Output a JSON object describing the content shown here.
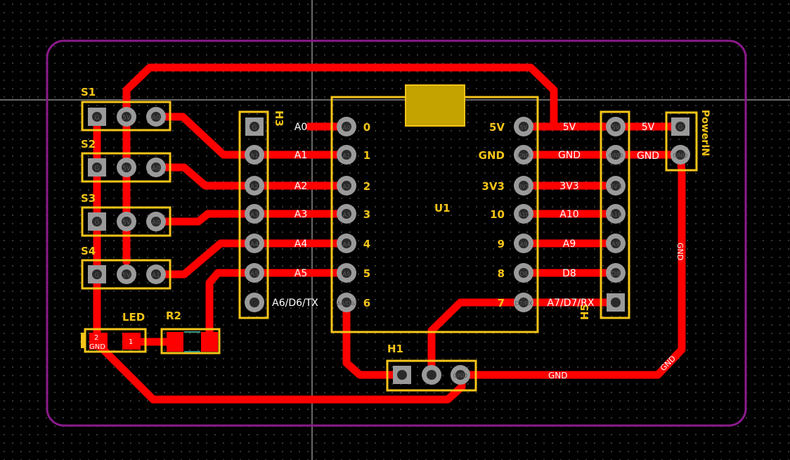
{
  "colors": {
    "trace": "#ff0000",
    "silkscreen": "#f5c518",
    "outline": "#8b1a8b",
    "pad": "#9a9a9a",
    "background": "#000000"
  },
  "components": {
    "S1": {
      "label": "S1",
      "pins": [
        "G",
        "5V",
        "A0"
      ]
    },
    "S2": {
      "label": "S2",
      "pins": [
        "G",
        "5V",
        "A0"
      ]
    },
    "S3": {
      "label": "S3",
      "pins": [
        "G",
        "5V",
        "A0"
      ]
    },
    "S4": {
      "label": "S4",
      "pins": [
        "G",
        "5V",
        "A1"
      ]
    },
    "H3": {
      "label": "H3",
      "pins": [
        "G",
        "A1",
        "A2",
        "A3",
        "A4",
        "A5",
        ""
      ]
    },
    "H5": {
      "label": "H5",
      "pins": [
        "5V",
        "GND",
        "3V3",
        "A10",
        "A9",
        "D8",
        ""
      ]
    },
    "H1": {
      "label": "H1",
      "pins": [
        "",
        "",
        "GND"
      ]
    },
    "U1": {
      "label": "U1",
      "left_pins": [
        {
          "num": "0",
          "net": "A0",
          "pad": "A0"
        },
        {
          "num": "1",
          "net": "A1",
          "pad": "A1"
        },
        {
          "num": "2",
          "net": "A2",
          "pad": "A2"
        },
        {
          "num": "3",
          "net": "A3",
          "pad": "A3"
        },
        {
          "num": "4",
          "net": "A4",
          "pad": "A4"
        },
        {
          "num": "5",
          "net": "A5",
          "pad": "A5"
        },
        {
          "num": "6",
          "net": "A6/D6/TX",
          "pad": "A6/D6/"
        }
      ],
      "right_pins": [
        {
          "num": "5V",
          "net": "5V",
          "pad": "5V"
        },
        {
          "num": "GND",
          "net": "GND",
          "pad": "GND"
        },
        {
          "num": "3V3",
          "net": "3V3",
          "pad": "3V3"
        },
        {
          "num": "10",
          "net": "A10",
          "pad": "A10"
        },
        {
          "num": "9",
          "net": "A9",
          "pad": "A9"
        },
        {
          "num": "8",
          "net": "D8",
          "pad": "D8"
        },
        {
          "num": "7",
          "net": "A7/D7/RX",
          "pad": "D7/RX"
        }
      ]
    },
    "PowerIN": {
      "label": "PowerIN",
      "nets": [
        "5V",
        "GND"
      ],
      "pins": [
        "G",
        "GND"
      ]
    },
    "LED": {
      "label": "LED",
      "pad_left": "2",
      "pad_left_net": "GND",
      "pad_right": "1"
    },
    "R2": {
      "label": "R2"
    }
  },
  "trace_labels": {
    "gnd_vertical": "GND",
    "gnd_diagonal": "GND",
    "gnd_bottom": "GND"
  }
}
